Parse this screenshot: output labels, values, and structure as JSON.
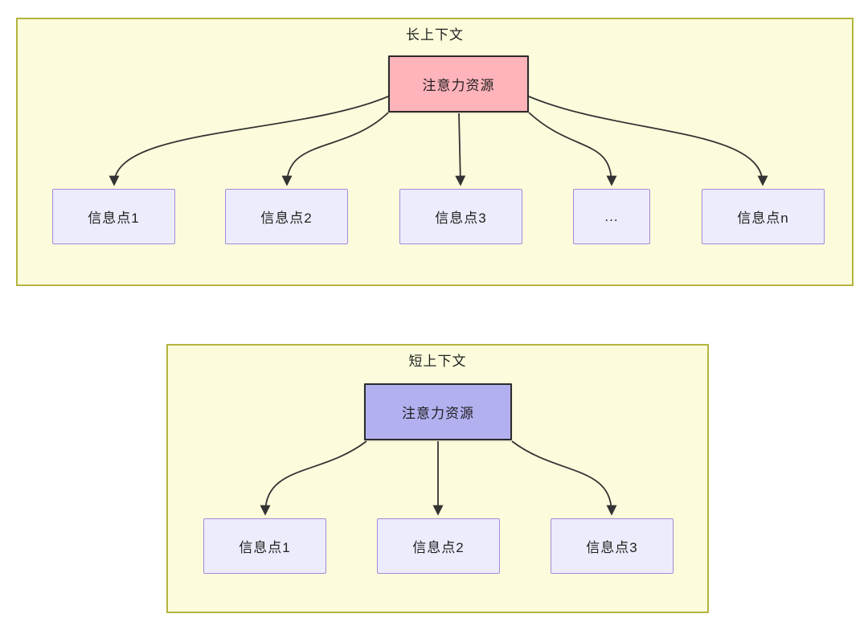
{
  "colors": {
    "container_bg": "#fcfcdc",
    "container_border": "#b4b43e",
    "long_attention_bg": "#ffb3ba",
    "short_attention_bg": "#b3b0f0",
    "attention_border": "#2b2b2b",
    "info_bg": "#ececfc",
    "info_border": "#a58ad8",
    "arrow": "#333333",
    "text": "#1f1f1f"
  },
  "long_context": {
    "title": "长上下文",
    "attention": {
      "label": "注意力资源"
    },
    "nodes": [
      {
        "label": "信息点1"
      },
      {
        "label": "信息点2"
      },
      {
        "label": "信息点3"
      },
      {
        "label": "..."
      },
      {
        "label": "信息点n"
      }
    ]
  },
  "short_context": {
    "title": "短上下文",
    "attention": {
      "label": "注意力资源"
    },
    "nodes": [
      {
        "label": "信息点1"
      },
      {
        "label": "信息点2"
      },
      {
        "label": "信息点3"
      }
    ]
  }
}
